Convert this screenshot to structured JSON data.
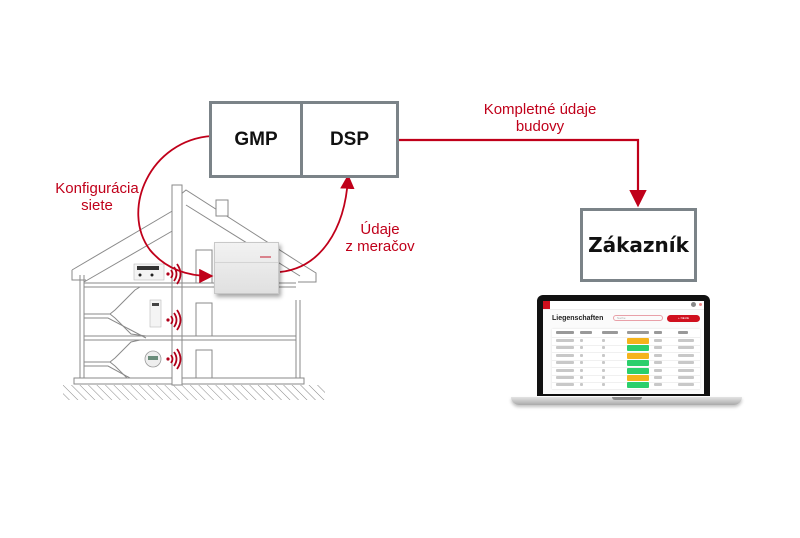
{
  "diagram": {
    "nodes": {
      "gmp": {
        "label": "GMP"
      },
      "dsp": {
        "label": "DSP"
      },
      "customer": {
        "label": "Zákazník"
      }
    },
    "edges": {
      "network_config": {
        "label_line1": "Konfigurácia",
        "label_line2": "siete",
        "from": "GMP",
        "to": "gateway"
      },
      "meter_data": {
        "label_line1": "Údaje",
        "label_line2": "z meračov",
        "from": "gateway",
        "to": "DSP"
      },
      "building_data": {
        "label_line1": "Kompletné údaje",
        "label_line2": "budovy",
        "from": "DSP",
        "to": "Zákazník"
      }
    },
    "building": {
      "devices": [
        "display-meter",
        "heat-cost-allocator",
        "water-meter"
      ],
      "gateway": "data-collector"
    },
    "laptop_app": {
      "page_title": "Liegenschaften",
      "search_placeholder": "Suche",
      "new_button": "+ NEUE LIEGENSCHAFT",
      "row_statuses": [
        "warning",
        "ok",
        "warning",
        "ok",
        "ok",
        "warning",
        "ok"
      ]
    },
    "colors": {
      "accent_red": "#c0001a",
      "box_border": "#7b8388",
      "status_warning": "#f5b31c",
      "status_ok": "#2bcf6c"
    }
  }
}
